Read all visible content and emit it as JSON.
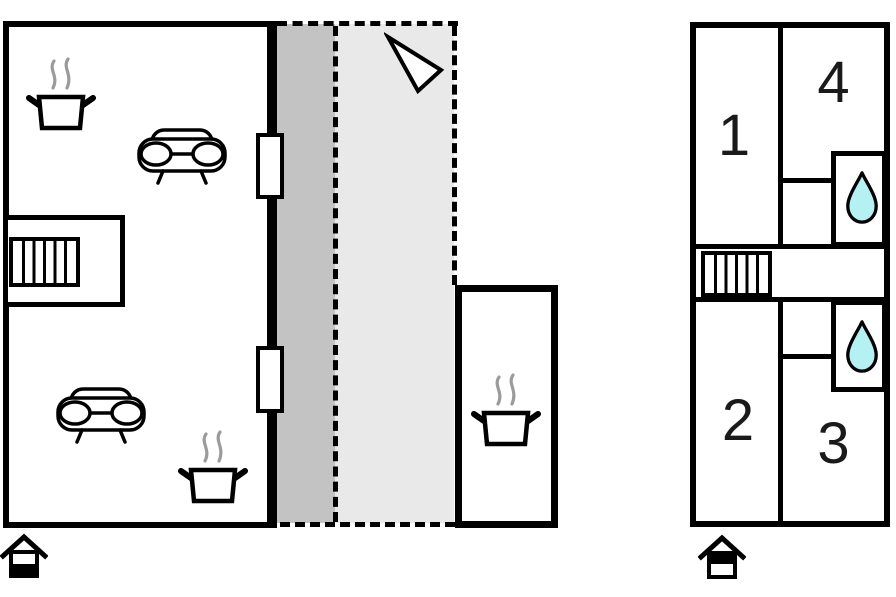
{
  "first_floor": {
    "rooms": [
      {
        "id": "room-1",
        "label": "1"
      },
      {
        "id": "room-4",
        "label": "4"
      },
      {
        "id": "room-2",
        "label": "2"
      },
      {
        "id": "room-3",
        "label": "3"
      }
    ],
    "bathroom_count": 2
  },
  "colors": {
    "terrace-dark": "#c3c3c3",
    "terrace-light": "#e9e9e9",
    "water": "#b4f1f3",
    "steam": "#9b9b9b",
    "wall": "#000000",
    "background": "#ffffff"
  },
  "icons": {
    "stove": "pot-with-steam-icon",
    "sofa": "sofa-icon",
    "stairs": "stairs-icon",
    "bathroom": "water-drop-icon",
    "north_arrow": "north-arrow-icon",
    "ground_floor_indicator": "house-lower-half-filled-icon",
    "upper_floor_indicator": "house-upper-half-filled-icon"
  }
}
